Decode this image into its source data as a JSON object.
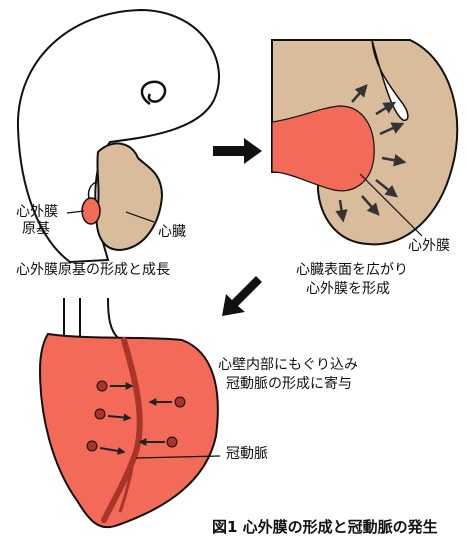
{
  "labels": {
    "epicardium_primordium_line1": "心外膜",
    "epicardium_primordium_line2": "原基",
    "heart": "心臓",
    "panel1_caption": "心外膜原基の形成と成長",
    "epicardium": "心外膜",
    "panel2_caption_line1": "心臓表面を広がり",
    "panel2_caption_line2": "心外膜を形成",
    "panel3_caption_line1": "心壁内部にもぐり込み",
    "panel3_caption_line2": "冠動脈の形成に寄与",
    "coronary_artery": "冠動脈"
  },
  "figure_caption": "図1 心外膜の形成と冠動脈の発生",
  "colors": {
    "heart_tan": "#d9bc9b",
    "epicardium_red": "#f46a58",
    "dark_red": "#a8352a",
    "outline": "#111111"
  }
}
